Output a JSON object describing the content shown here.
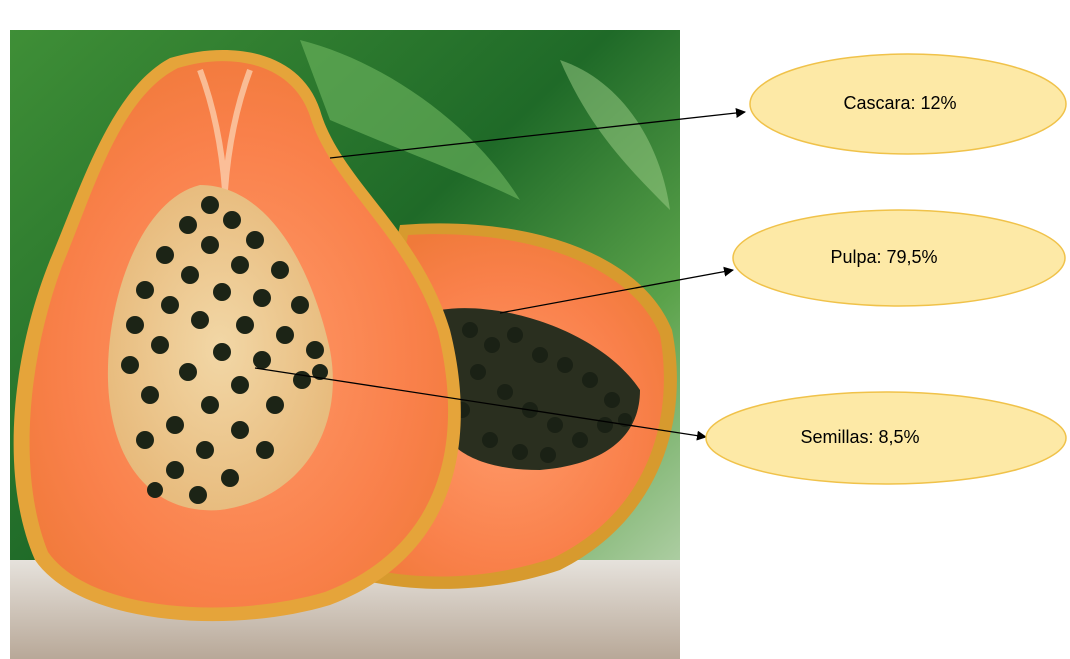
{
  "labels": [
    {
      "id": "cascara",
      "text": "Cascara: 12%"
    },
    {
      "id": "pulpa",
      "text": "Pulpa: 79,5%"
    },
    {
      "id": "semillas",
      "text": "Semillas: 8,5%"
    }
  ],
  "colors": {
    "callout_fill": "#fde9a6",
    "callout_stroke": "#f0c24a",
    "arrow": "#000000",
    "papaya_flesh": "#f7844f",
    "papaya_skin": "#e0a030",
    "seeds": "#1c2416",
    "foliage": "#2e7a2e"
  }
}
